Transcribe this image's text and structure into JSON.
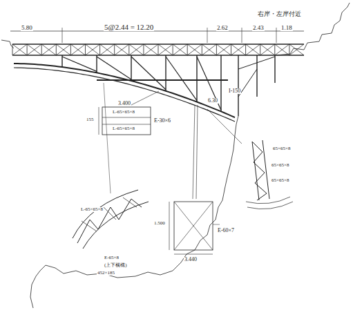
{
  "diagram": {
    "labels": [
      "5.80",
      "5@2.44 = 12.20",
      "2.62",
      "2.43",
      "1.18",
      "右岸・左岸付近",
      "3.400",
      "L-65×65×8",
      "E-30×6",
      "L-65×65×8",
      "155",
      "3.440",
      "1.500",
      "E-60×7",
      "65×65×8",
      "65×65×8",
      "65×65×8",
      "L-65×65×8",
      "E-65×8",
      "(上下横構)",
      "452×185",
      "I-150",
      "6.30"
    ]
  }
}
